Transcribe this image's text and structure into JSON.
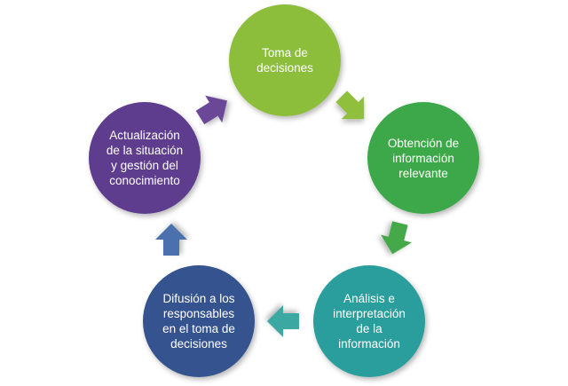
{
  "cycle": {
    "nodes": [
      {
        "label": "Toma de\ndecisiones",
        "color": "#8cbd3a"
      },
      {
        "label": "Obtención de\ninformación\nrelevante",
        "color": "#3da84a"
      },
      {
        "label": "Análisis e\ninterpretación\nde la\ninformación",
        "color": "#2a9e9c"
      },
      {
        "label": "Difusión a los\nresponsables\nen el toma de\ndecisiones",
        "color": "#34538f"
      },
      {
        "label": "Actualización\nde la situación\ny gestión del\nconocimiento",
        "color": "#5e3d8e"
      }
    ],
    "arrow_colors": [
      "#8fbf3c",
      "#44a84a",
      "#3aa9a2",
      "#4b70ae",
      "#6a4697"
    ],
    "arrow_icon": "chevron-arrow-icon"
  }
}
